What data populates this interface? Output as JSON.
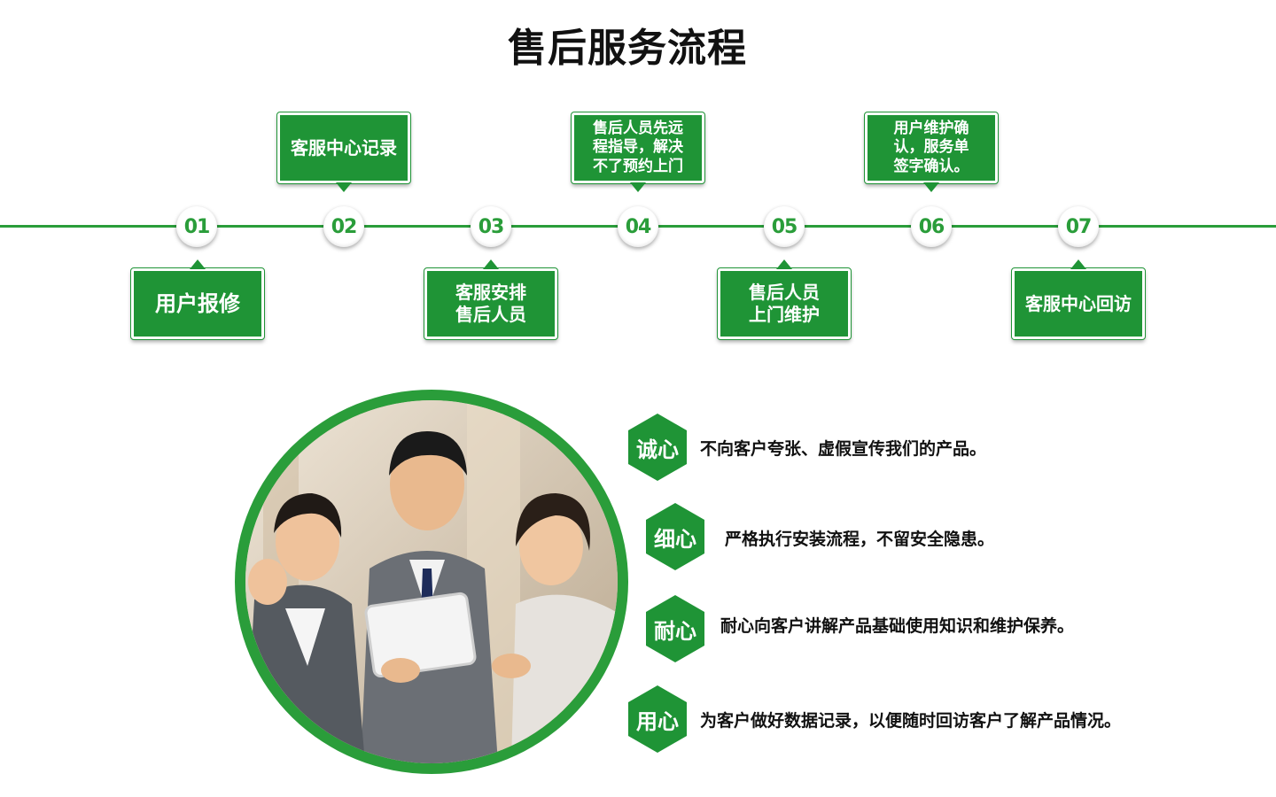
{
  "page": {
    "title": "售后服务流程"
  },
  "steps": [
    {
      "num": "01",
      "text": "用户报修"
    },
    {
      "num": "02",
      "text": "客服中心记录"
    },
    {
      "num": "03",
      "text": "客服安排\n售后人员"
    },
    {
      "num": "04",
      "text": "售后人员先远\n程指导，解决\n不了预约上门"
    },
    {
      "num": "05",
      "text": "售后人员\n上门维护"
    },
    {
      "num": "06",
      "text": "用户维护确\n认，服务单\n签字确认。"
    },
    {
      "num": "07",
      "text": "客服中心回访"
    }
  ],
  "values": [
    {
      "badge": "诚心",
      "text": "不向客户夸张、虚假宣传我们的产品。"
    },
    {
      "badge": "细心",
      "text": "严格执行安装流程，不留安全隐患。"
    },
    {
      "badge": "耐心",
      "text": "耐心向客户讲解产品基础使用知识和维护保养。"
    },
    {
      "badge": "用心",
      "text": "为客户做好数据记录，以便随时回访客户了解产品情况。"
    }
  ],
  "colors": {
    "accent": "#1f9436",
    "line": "#2a9d3a"
  }
}
